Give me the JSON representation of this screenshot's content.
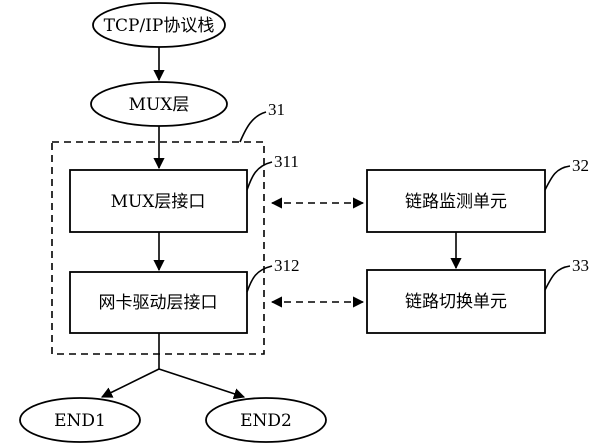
{
  "diagram": {
    "nodes": {
      "tcpip": "TCP/IP协议栈",
      "mux_layer": "MUX层",
      "mux_interface": "MUX层接口",
      "nic_interface": "网卡驱动层接口",
      "link_monitor": "链路监测单元",
      "link_switch": "链路切换单元",
      "end1": "END1",
      "end2": "END2"
    },
    "refs": {
      "group": "31",
      "mux_interface": "311",
      "nic_interface": "312",
      "link_monitor": "32",
      "link_switch": "33"
    }
  }
}
